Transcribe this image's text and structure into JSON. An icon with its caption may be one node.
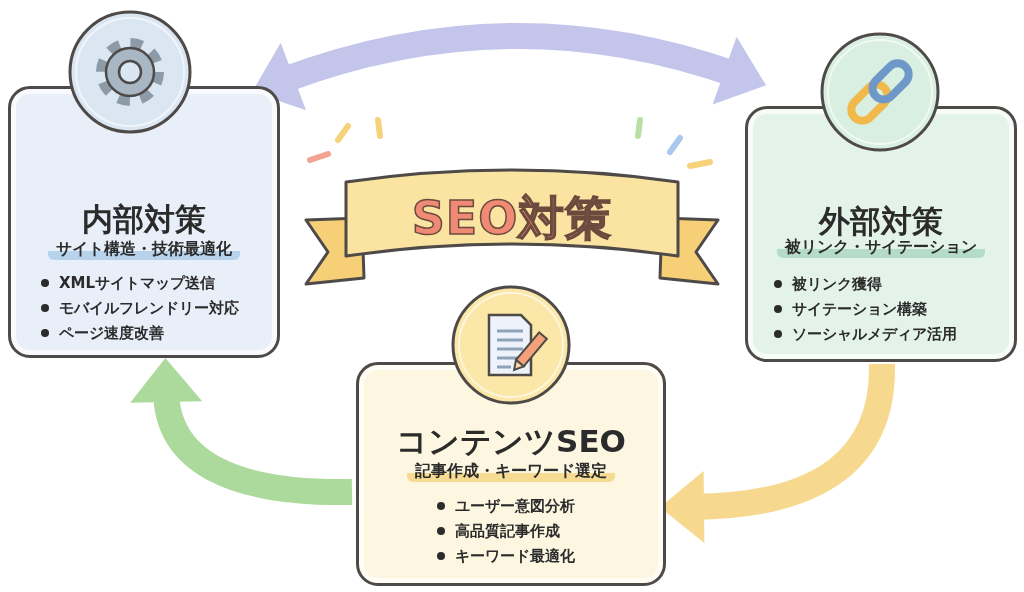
{
  "diagram": {
    "nodes": [
      {
        "text": [
          "内部対策",
          "サイト構造・技術最適化",
          "XMLサイトマップ送信",
          "モバイルフレンドリー対応",
          "ページ速度改善"
        ]
      },
      {
        "text": [
          "外部対策",
          "被リンク・サイテーション",
          "被リンク獲得",
          "サイテーション構築",
          "ソーシャルメディア活用"
        ]
      },
      {
        "text": [
          "コンテンツSEO",
          "記事作成・キーワード選定",
          "ユーザー意図分析",
          "高品質記事作成",
          "キーワード最適化"
        ]
      },
      {
        "text": [
          "SEO対策"
        ]
      }
    ],
    "edges": [
      {
        "from": 0,
        "to": 1,
        "arrow": "both",
        "color": "#c3c6ea"
      },
      {
        "from": 1,
        "to": 2,
        "arrow": "to",
        "color": "#f6d98e"
      },
      {
        "from": 2,
        "to": 0,
        "arrow": "to",
        "color": "#acd99c"
      }
    ]
  }
}
